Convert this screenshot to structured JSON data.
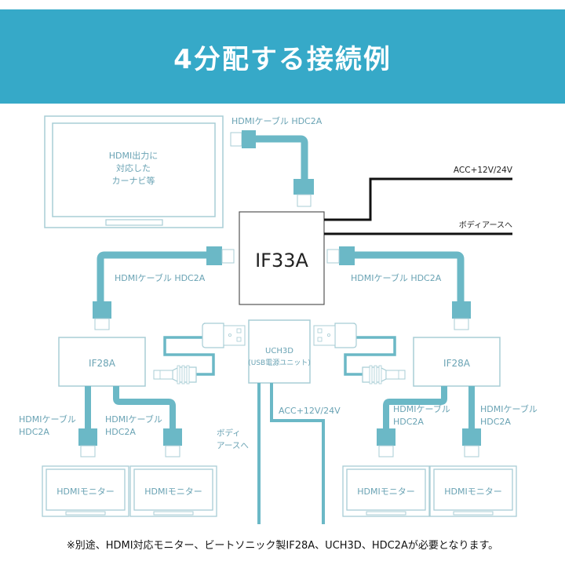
{
  "header": {
    "title": "4分配する接続例"
  },
  "colors": {
    "accent": "#36a9c8",
    "cable": "#6bb8c6",
    "outline": "#9fc7cf",
    "label": "#6aa3b4",
    "wire": "#111111"
  },
  "source": {
    "lines": [
      "HDMI出力に",
      "対応した",
      "カーナビ等"
    ]
  },
  "cables": {
    "top": "HDMIケーブル HDC2A",
    "left": "HDMIケーブル HDC2A",
    "right": "HDMIケーブル HDC2A",
    "bottom": [
      {
        "line1": "HDMIケーブル",
        "line2": "HDC2A"
      },
      {
        "line1": "HDMIケーブル",
        "line2": "HDC2A"
      },
      {
        "line1": "HDMIケーブル",
        "line2": "HDC2A"
      },
      {
        "line1": "HDMIケーブル",
        "line2": "HDC2A"
      }
    ]
  },
  "distributor": {
    "label": "IF33A"
  },
  "power": {
    "acc": "ACC+12V/24V",
    "ground": "ボディアースへ"
  },
  "usb_unit": {
    "line1": "UCH3D",
    "line2": "(USB電源ユニット)"
  },
  "usb_power": {
    "acc": "ACC+12V/24V",
    "ground_line1": "ボディ",
    "ground_line2": "アースへ"
  },
  "receivers": [
    {
      "label": "IF28A"
    },
    {
      "label": "IF28A"
    }
  ],
  "monitors": [
    {
      "label": "HDMIモニター"
    },
    {
      "label": "HDMIモニター"
    },
    {
      "label": "HDMIモニター"
    },
    {
      "label": "HDMIモニター"
    }
  ],
  "footnote": "※別途、HDMI対応モニター、ビートソニック製IF28A、UCH3D、HDC2Aが必要となります。"
}
